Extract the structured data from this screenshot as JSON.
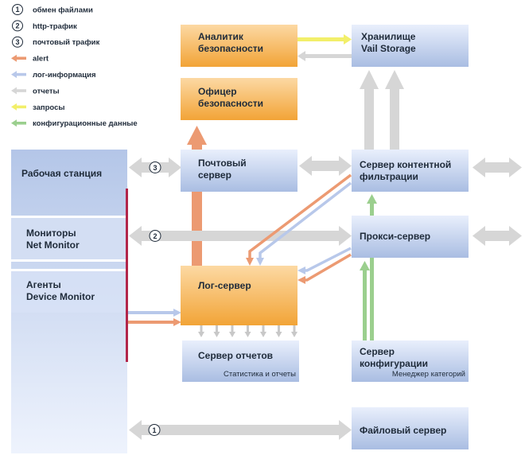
{
  "colors": {
    "alert": "#ec9a72",
    "log": "#b8c8ea",
    "reports": "#d6d6d6",
    "queries": "#f2ef6a",
    "config": "#9bcf8e",
    "orange_light": "#fcd9a3",
    "orange_dark": "#f2a437",
    "blue_light": "#e7eefc",
    "blue_dark": "#a9bde2",
    "divider": "#b2264a"
  },
  "legend": [
    {
      "kind": "num",
      "num": "1",
      "label": "обмен файлами"
    },
    {
      "kind": "num",
      "num": "2",
      "label": "http-трафик"
    },
    {
      "kind": "num",
      "num": "3",
      "label": "почтовый трафик"
    },
    {
      "kind": "arrow",
      "color": "alert",
      "label": "alert"
    },
    {
      "kind": "arrow",
      "color": "log",
      "label": "лог-информация"
    },
    {
      "kind": "arrow",
      "color": "reports",
      "label": "отчеты"
    },
    {
      "kind": "arrow",
      "color": "queries",
      "label": "запросы"
    },
    {
      "kind": "arrow",
      "color": "config",
      "label": "конфигурационные данные"
    }
  ],
  "nodes": {
    "analyst": {
      "lines": [
        "Аналитик",
        "безопасности"
      ]
    },
    "storage": {
      "lines": [
        "Хранилище",
        "Vail Storage"
      ]
    },
    "officer": {
      "lines": [
        "Офицер",
        "безопасности"
      ]
    },
    "workstation": {
      "lines": [
        "Рабочая станция"
      ]
    },
    "monitors": {
      "lines": [
        "Мониторы",
        "Net Monitor"
      ]
    },
    "agents": {
      "lines": [
        "Агенты",
        "Device Monitor"
      ]
    },
    "mail": {
      "lines": [
        "Почтовый",
        "сервер"
      ]
    },
    "filter": {
      "lines": [
        "Сервер контентной",
        "фильтрации"
      ]
    },
    "proxy": {
      "lines": [
        "Прокси-сервер"
      ]
    },
    "log": {
      "lines": [
        "Лог-сервер"
      ]
    },
    "reports": {
      "lines": [
        "Сервер отчетов"
      ],
      "sub": "Статистика и отчеты"
    },
    "config": {
      "lines": [
        "Сервер",
        "конфигурации"
      ],
      "sub": "Менеджер категорий"
    },
    "files": {
      "lines": [
        "Файловый сервер"
      ]
    }
  },
  "badges": {
    "mail_traffic": "3",
    "http_traffic": "2",
    "file_exchange": "1"
  }
}
